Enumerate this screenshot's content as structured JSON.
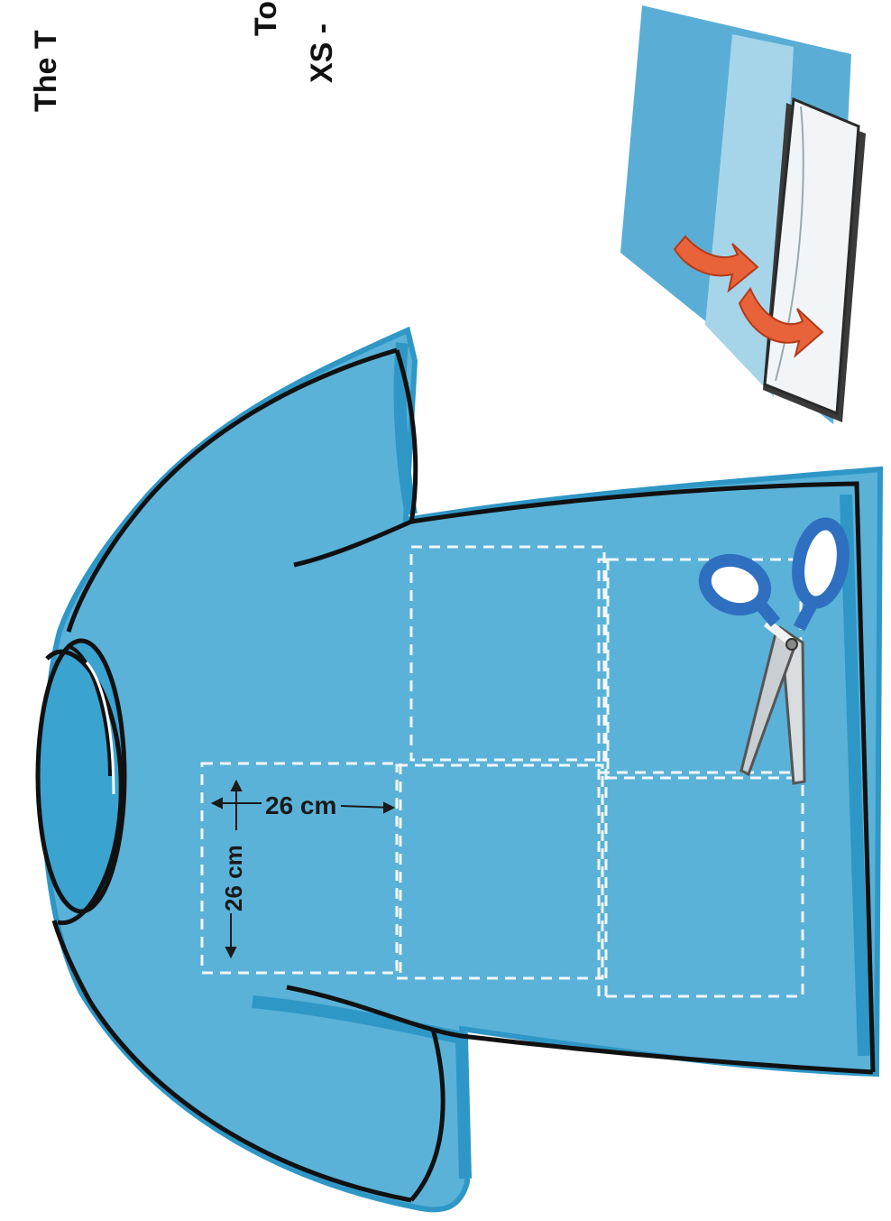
{
  "texts": {
    "title_fragment": "The T",
    "line1_fragment": "To",
    "line2_fragment": "XS -"
  },
  "dimensions": {
    "width_label": "26 cm",
    "height_label": "26 cm"
  },
  "icons": [
    "folded-fabric-icon",
    "fold-arrow-icon",
    "scissors-icon",
    "t-shirt-icon"
  ],
  "colors": {
    "shirt_blue": "#5ab2d8",
    "shirt_shadow": "#2f97c6",
    "outline": "#111111",
    "arrow_orange": "#e8623a",
    "scissors_blue": "#2f6fc0",
    "dashed": "#f2f7fb"
  }
}
